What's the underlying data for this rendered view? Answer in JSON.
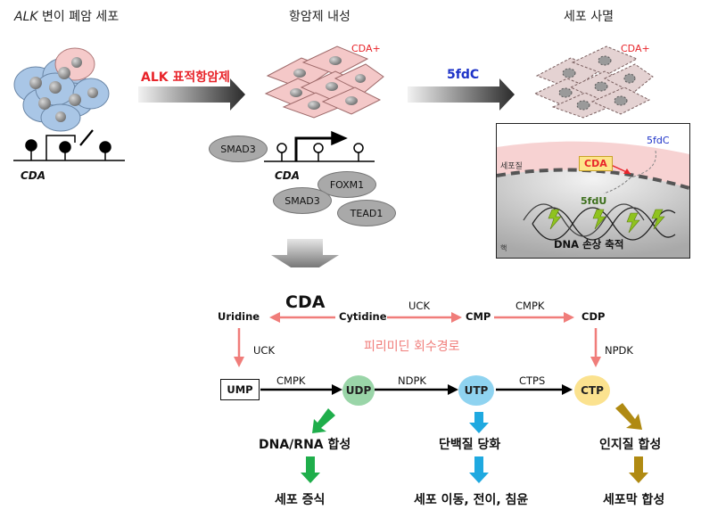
{
  "headers": {
    "left_italic": "ALK",
    "left_rest": " 변이 폐암 세포",
    "middle": "항암제 내성",
    "right": "세포 사멸"
  },
  "arrows": {
    "alk_label": "ALK 표적항암제",
    "fdc_label": "5fdC"
  },
  "cda_plus_middle": "CDA+",
  "cda_plus_right": "CDA+",
  "gene_label_left": "CDA",
  "gene_label_middle": "CDA",
  "tf": {
    "smad3_a": "SMAD3",
    "foxm1": "FOXM1",
    "smad3_b": "SMAD3",
    "tead1": "TEAD1"
  },
  "inset": {
    "fdc": "5fdC",
    "cytoplasm": "세포질",
    "cda": "CDA",
    "fdu": "5fdU",
    "damage": "DNA 손상 축적",
    "nucleus": "핵"
  },
  "pathway": {
    "cda_title": "CDA",
    "uridine": "Uridine",
    "cytidine": "Cytidine",
    "uck_top": "UCK",
    "cmp": "CMP",
    "cmpk_top": "CMPK",
    "cdp": "CDP",
    "uck_left": "UCK",
    "salvage": "피리미딘 회수경로",
    "npdk": "NPDK",
    "ump": "UMP",
    "cmpk_bottom": "CMPK",
    "udp": "UDP",
    "ndpk": "NDPK",
    "utp": "UTP",
    "ctps": "CTPS",
    "ctp": "CTP"
  },
  "outcomes": {
    "dna_rna": "DNA/RNA 합성",
    "protein": "단백질 당화",
    "lipid": "인지질 합성",
    "proliferation": "세포 증식",
    "migration": "세포 이동, 전이, 침윤",
    "membrane": "세포막 합성"
  },
  "colors": {
    "red_text": "#e8242a",
    "blue_text": "#1e33c8",
    "salmon_arrow": "#f07d7a",
    "green_arrow": "#1fae4b",
    "cyan_arrow": "#1fa9e0",
    "gold_arrow": "#b08a12",
    "udp_fill": "#9ad5a8",
    "utp_fill": "#8fd3f0",
    "ctp_fill": "#fbe28f"
  }
}
